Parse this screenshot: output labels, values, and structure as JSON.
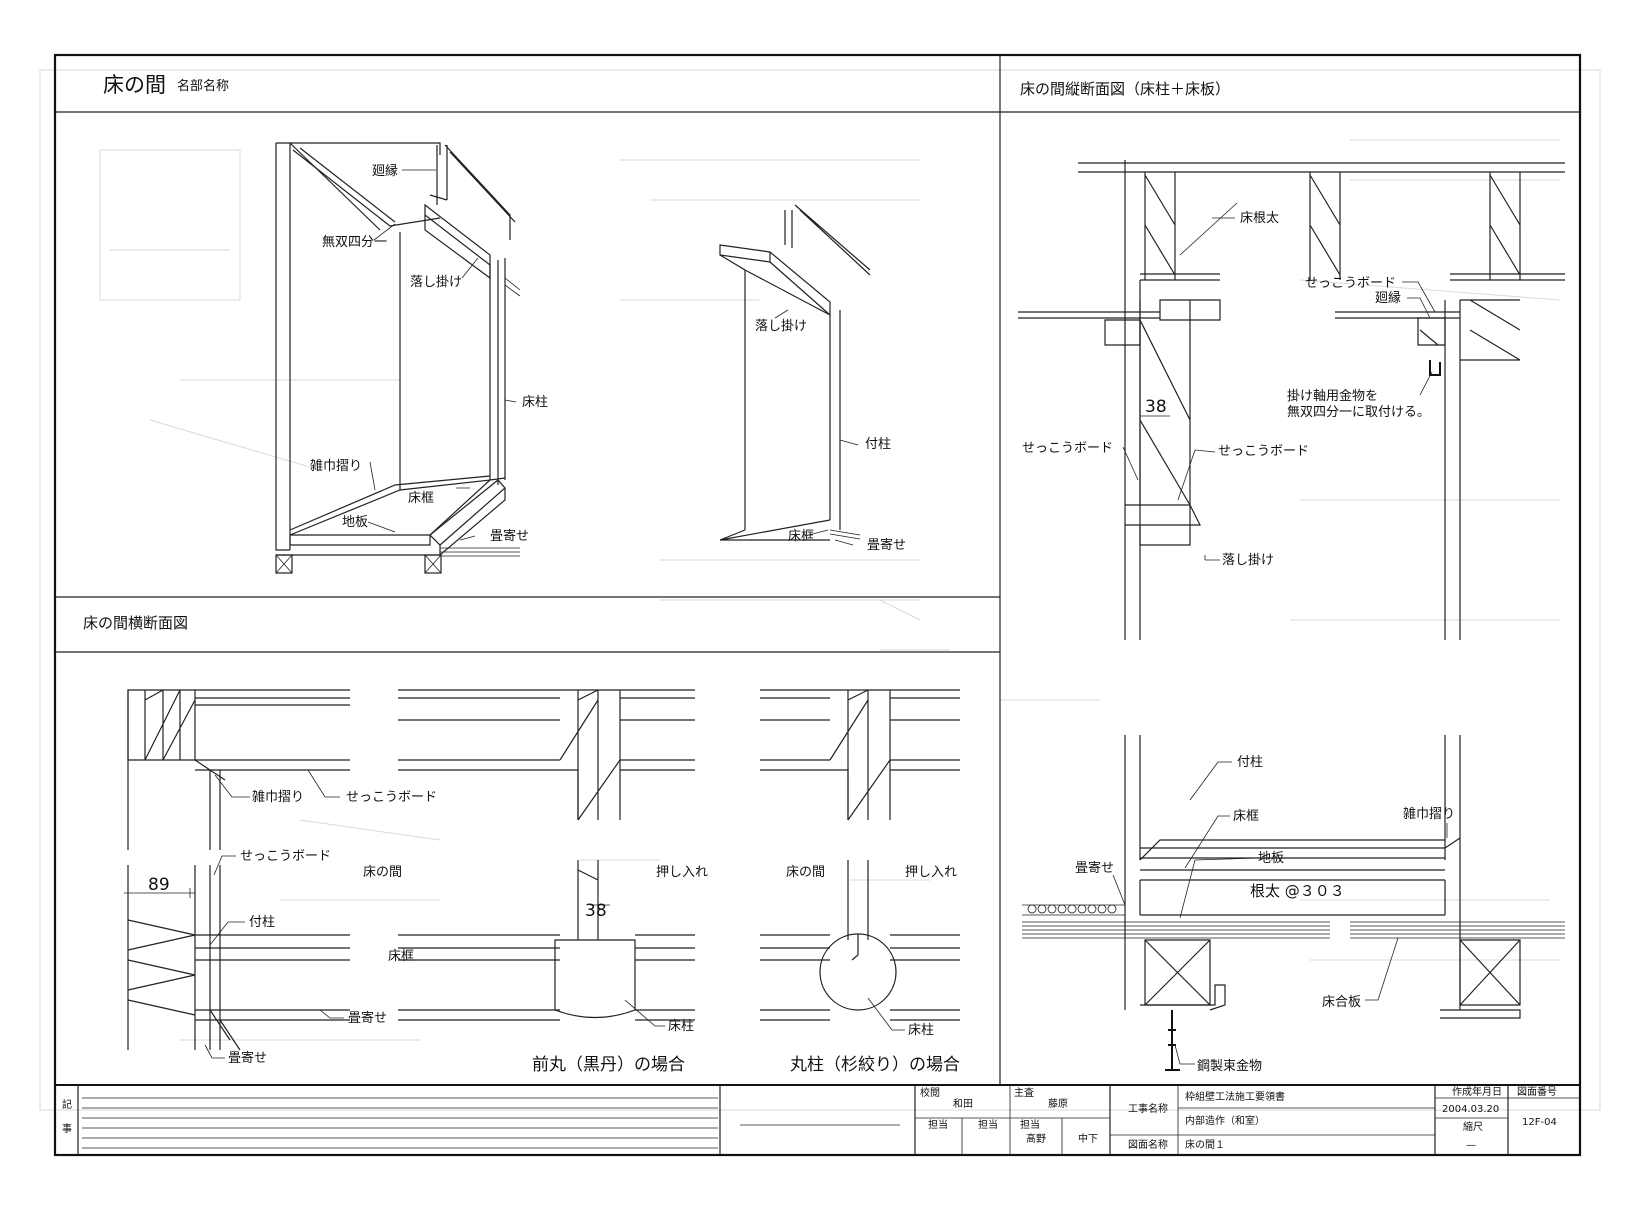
{
  "panels": {
    "parts_title": "床の間",
    "parts_subtitle": "名部名称",
    "vertical_title": "床の間縦断面図（床柱＋床板）",
    "horizontal_title": "床の間横断面図"
  },
  "iso_labels": {
    "mawaribuchi": "廻縁",
    "musou": "無双四分一",
    "otoshi": "落し掛け",
    "tokobashira": "床柱",
    "zokin": "雑巾摺り",
    "tokogamachi": "床框",
    "jiita": "地板",
    "tatamiyose": "畳寄せ"
  },
  "side_labels": {
    "otoshi": "落し掛け",
    "tsukebashira": "付柱",
    "tokogamachi": "床框",
    "tatamiyose": "畳寄せ"
  },
  "vertical_labels": {
    "neda": "床根太",
    "gypsum1": "せっこうボード",
    "mawaribuchi": "廻縁",
    "note1": "掛け軸用金物を",
    "note2": "無双四分一に取付ける。",
    "dim38": "38",
    "gypsum_left": "せっこうボード",
    "gypsum_mid": "せっこうボード",
    "otoshi": "落し掛け",
    "tsukebashira": "付柱",
    "tokogamachi": "床框",
    "zokin": "雑巾摺り",
    "tatamiyose": "畳寄せ",
    "jiita": "地板",
    "nedapitch": "根太 @３０３",
    "tokoaiban": "床合板",
    "kouseizuka": "鋼製束金物"
  },
  "horizontal_labels": {
    "zokin": "雑巾摺り",
    "gypsum1": "せっこうボード",
    "gypsum2": "せっこうボード",
    "dim89": "89",
    "tsukebashira": "付柱",
    "tokonoma1": "床の間",
    "oshiire1": "押し入れ",
    "dim38": "38",
    "tokogamachi": "床框",
    "tatamiyose1": "畳寄せ",
    "tatamiyose2": "畳寄せ",
    "tokobashira1": "床柱",
    "caption1": "前丸（黒丹）の場合",
    "tokonoma2": "床の間",
    "oshiire2": "押し入れ",
    "tokobashira2": "床柱",
    "caption2": "丸柱（杉絞り）の場合"
  },
  "title_block": {
    "notes_label_1": "記",
    "notes_label_2": "事",
    "role_1": "校閲",
    "name_1": "和田",
    "role_2": "主査",
    "name_2": "藤原",
    "role_3": "担当",
    "role_4": "担当",
    "role_5": "担当",
    "name_5": "髙野",
    "name_6": "中下",
    "project_label": "工事名称",
    "project_name": "枠組壁工法施工要領書",
    "project_sub": "内部造作（和室）",
    "drawing_label": "図面名称",
    "drawing_name": "床の間１",
    "date_label": "作成年月日",
    "date_value": "2004.03.20",
    "scale_label": "縮尺",
    "scale_value": "—",
    "number_label": "図面番号",
    "number_value": "12F-04"
  }
}
